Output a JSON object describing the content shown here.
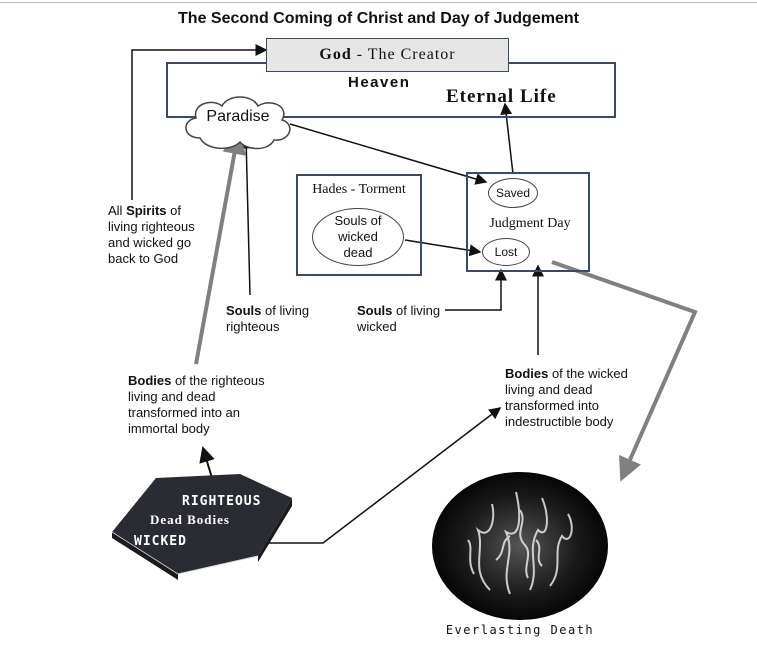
{
  "title": "The Second Coming of Christ and Day of Judgement",
  "god_box": {
    "bold": "God",
    "rest": " - The Creator"
  },
  "heaven": {
    "label": "Heaven",
    "eternal_life": "Eternal Life"
  },
  "paradise": "Paradise",
  "hades": {
    "title": "Hades - Torment",
    "souls": "Souls of wicked dead"
  },
  "judgment": {
    "title": "Judgment Day",
    "saved": "Saved",
    "lost": "Lost"
  },
  "spirits_note": {
    "prefix": "All ",
    "bold": "Spirits",
    "rest": " of living righteous and wicked go back to God"
  },
  "souls_righteous": {
    "bold": "Souls",
    "rest": " of living righteous"
  },
  "souls_wicked": {
    "bold": "Souls",
    "rest": " of living wicked"
  },
  "bodies_righteous": {
    "bold": "Bodies",
    "rest": " of the righteous living and dead transformed into an immortal body"
  },
  "bodies_wicked": {
    "bold": "Bodies",
    "rest": " of the wicked living and dead transformed into indestructible body"
  },
  "coffin": {
    "righteous": "RIGHTEOUS",
    "dead_bodies": "Dead Bodies",
    "wicked": "WICKED"
  },
  "everlasting_death": "Everlasting Death",
  "colors": {
    "border": "#3a4a6b",
    "gray_arrow": "#808080",
    "god_fill": "#e6e6e6",
    "coffin": "#2b2b33"
  }
}
